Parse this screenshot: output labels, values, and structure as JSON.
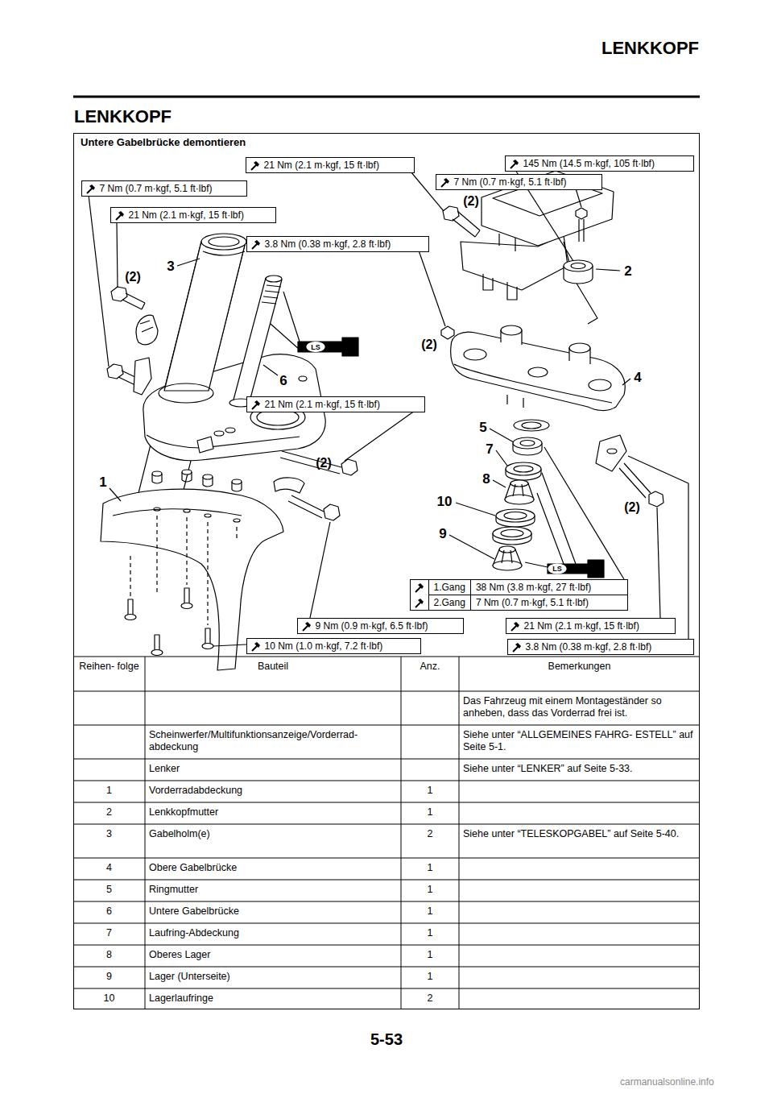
{
  "diagram": {
    "title": "LENKKOPF",
    "nodes": [
      {
        "text": [
          "Untere Gabelbrücke demontieren"
        ]
      },
      {
        "text": [
          "21 Nm (2.1 m·kgf, 15 ft·lbf)"
        ],
        "in": 0
      },
      {
        "text": [
          "145 Nm (14.5 m·kgf, 105 ft·lbf)"
        ],
        "in": 0
      },
      {
        "text": [
          "7 Nm (0.7 m·kgf, 5.1 ft·lbf)"
        ],
        "in": 0
      },
      {
        "text": [
          "7 Nm (0.7 m·kgf, 5.1 ft·lbf)"
        ],
        "in": 0
      },
      {
        "text": [
          "21 Nm (2.1 m·kgf, 15 ft·lbf)"
        ],
        "in": 0
      },
      {
        "text": [
          "3.8 Nm (0.38 m·kgf, 2.8 ft·lbf)"
        ],
        "in": 0
      },
      {
        "text": [
          "21 Nm (2.1 m·kgf, 15 ft·lbf)"
        ],
        "in": 0
      },
      {
        "text": [
          "1.Gang",
          "38 Nm (3.8 m·kgf, 27 ft·lbf)",
          "2.Gang",
          "7 Nm (0.7 m·kgf, 5.1 ft·lbf)"
        ],
        "in": 0
      },
      {
        "text": [
          "9 Nm (0.9 m·kgf, 6.5 ft·lbf)"
        ],
        "in": 0
      },
      {
        "text": [
          "21 Nm (2.1 m·kgf, 15 ft·lbf)"
        ],
        "in": 0
      },
      {
        "text": [
          "10 Nm (1.0 m·kgf, 7.2 ft·lbf)"
        ],
        "in": 0
      },
      {
        "text": [
          "3.8 Nm (0.38 m·kgf, 2.8 ft·lbf)"
        ],
        "in": 0
      }
    ],
    "labels": [
      "LENKKOPF",
      "5-53",
      "3",
      "(2)",
      "6",
      "(2)",
      "2",
      "(2)",
      "4",
      "5",
      "7",
      "8",
      "10",
      "9",
      "1",
      "(2)",
      "(2)",
      "LS",
      "LS",
      "Reihen- folge",
      "Bauteil",
      "Anz.",
      "Bemerkungen",
      "Das Fahrzeug mit einem Montageständer so anheben, dass das Vorderrad frei ist.",
      "Scheinwerfer/Multifunktionsanzeige/Vorderrad- abdeckung",
      "Siehe unter “ALLGEMEINES FAHRG- ESTELL” auf Seite 5-1.",
      "Lenker",
      "Siehe unter “LENKER” auf Seite 5-33.",
      "1",
      "Vorderradabdeckung",
      "1",
      "2",
      "Lenkkopfmutter",
      "1",
      "3",
      "Gabelholm(e)",
      "2",
      "Siehe unter “TELESKOPGABEL” auf Seite 5-40.",
      "4",
      "Obere Gabelbrücke",
      "1",
      "5",
      "Ringmutter",
      "1",
      "6",
      "Untere Gabelbrücke",
      "1",
      "7",
      "Laufring-Abdeckung",
      "1",
      "8",
      "Oberes Lager",
      "1",
      "9",
      "Lager (Unterseite)",
      "1",
      "10",
      "Lagerlaufringe",
      "2",
      "carmanualsonline.info"
    ]
  }
}
